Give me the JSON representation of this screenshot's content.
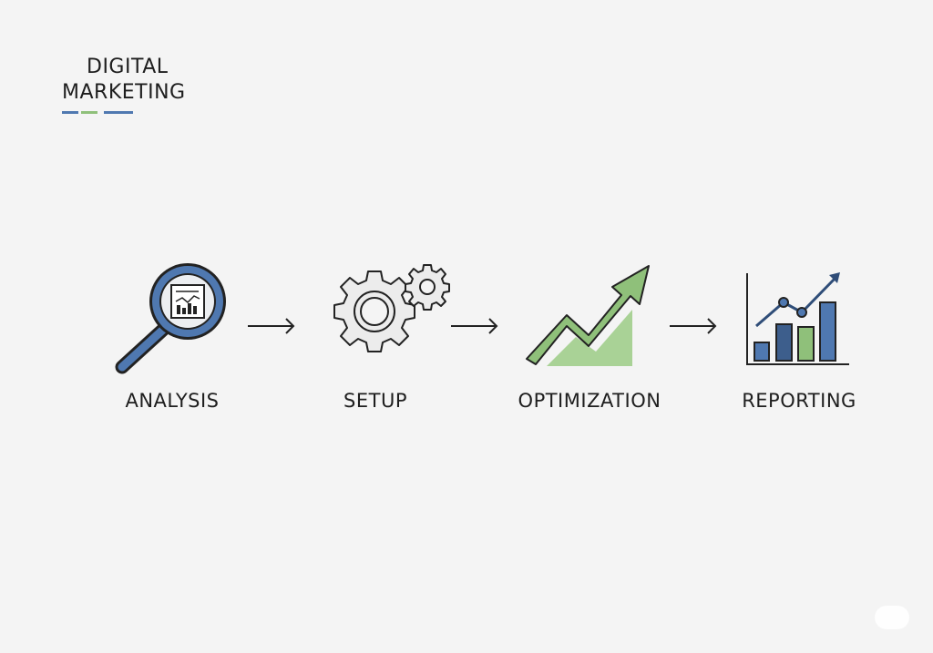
{
  "brand": {
    "line1": "DIGITAL",
    "line2": "MARKETING"
  },
  "steps": [
    {
      "label": "ANALYSIS",
      "icon": "magnifying-glass-report-icon"
    },
    {
      "label": "SETUP",
      "icon": "gears-icon"
    },
    {
      "label": "OPTIMIZATION",
      "icon": "growth-arrow-icon"
    },
    {
      "label": "REPORTING",
      "icon": "bar-line-chart-icon"
    }
  ],
  "colors": {
    "blue": "#4f78b0",
    "green": "#8fc07a",
    "gray": "#e9e9e9",
    "outline": "#222222"
  }
}
